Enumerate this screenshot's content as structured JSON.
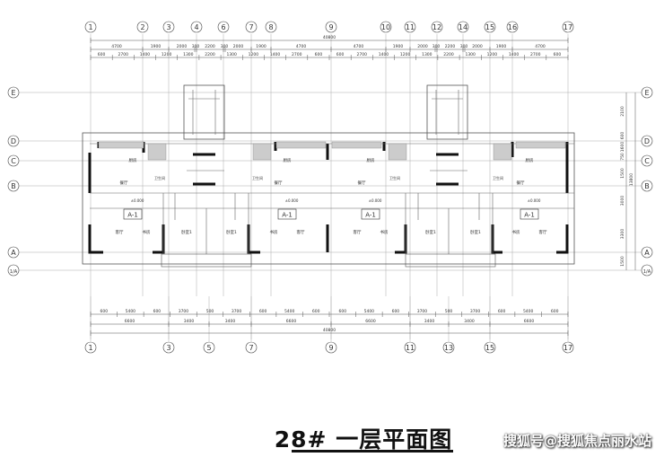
{
  "drawing": {
    "title": "28# 一层平面图",
    "watermark": "搜狐号@搜狐焦点丽水站",
    "top_axes": [
      "1",
      "2",
      "3",
      "4",
      "6",
      "7",
      "8",
      "9",
      "10",
      "11",
      "12",
      "14",
      "15",
      "16",
      "17"
    ],
    "bottom_axes": [
      "1",
      "3",
      "5",
      "7",
      "9",
      "11",
      "13",
      "15",
      "17"
    ],
    "row_axes": [
      "E",
      "D",
      "C",
      "B",
      "A",
      "1/A"
    ],
    "top_total": "40800",
    "top_dims_1": [
      "4700",
      "1900",
      "2000",
      "300",
      "2200",
      "300",
      "2000",
      "1900",
      "4700",
      "4700",
      "1900",
      "2000",
      "300",
      "2200",
      "300",
      "2000",
      "1900",
      "4700"
    ],
    "top_dims_2": [
      "600",
      "2700",
      "1400",
      "1200",
      "1300",
      "2200",
      "1300",
      "1200",
      "1400",
      "2700",
      "600",
      "600",
      "2700",
      "1400",
      "1200",
      "1300",
      "2200",
      "1300",
      "1200",
      "1400",
      "2700",
      "600"
    ],
    "bottom_dims_1": [
      "600",
      "5400",
      "600",
      "3700",
      "500",
      "3700",
      "600",
      "5400",
      "600",
      "600",
      "5400",
      "600",
      "3700",
      "500",
      "3700",
      "600",
      "5400",
      "600"
    ],
    "bottom_dims_2": [
      "6600",
      "3400",
      "3400",
      "6600",
      "6600",
      "3400",
      "3400",
      "6600"
    ],
    "bottom_total": "40800",
    "right_dims": [
      "2100",
      "600",
      "1600",
      "750",
      "1500",
      "3000",
      "3300",
      "1500"
    ],
    "right_total": "13800",
    "rooms": {
      "kitchen": "厨房",
      "dining": "餐厅",
      "living": "客厅",
      "study": "书房",
      "bedroom": "卧室1",
      "bath": "卫生间",
      "unit": "A-1",
      "elev": "±0.000"
    },
    "colors": {
      "line": "#555555",
      "wall": "#111111",
      "grid": "#999999"
    }
  }
}
